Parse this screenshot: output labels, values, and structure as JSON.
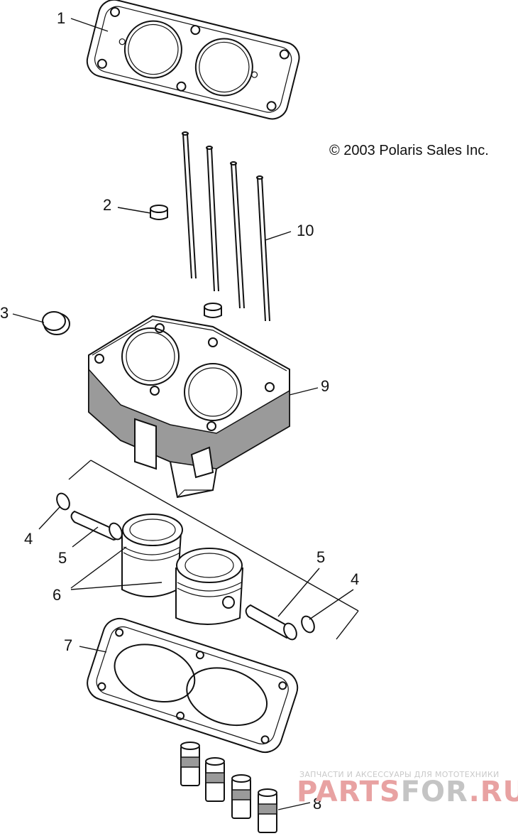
{
  "copyright": "© 2003 Polaris Sales Inc.",
  "callouts": [
    {
      "id": "1",
      "label": "1"
    },
    {
      "id": "2",
      "label": "2"
    },
    {
      "id": "3",
      "label": "3"
    },
    {
      "id": "4a",
      "label": "4"
    },
    {
      "id": "4b",
      "label": "4"
    },
    {
      "id": "5a",
      "label": "5"
    },
    {
      "id": "5b",
      "label": "5"
    },
    {
      "id": "6",
      "label": "6"
    },
    {
      "id": "7",
      "label": "7"
    },
    {
      "id": "8",
      "label": "8"
    },
    {
      "id": "9",
      "label": "9"
    },
    {
      "id": "10",
      "label": "10"
    }
  ],
  "watermark": {
    "tagline": "ЗАПЧАСТИ И АКСЕССУАРЫ ДЛЯ МОТОТЕХНИКИ",
    "brand_a": "PARTS",
    "brand_b": "FOR",
    "brand_c": ".RU",
    "color_red": "#e8a2a2",
    "color_gray": "#c4c4c4"
  }
}
